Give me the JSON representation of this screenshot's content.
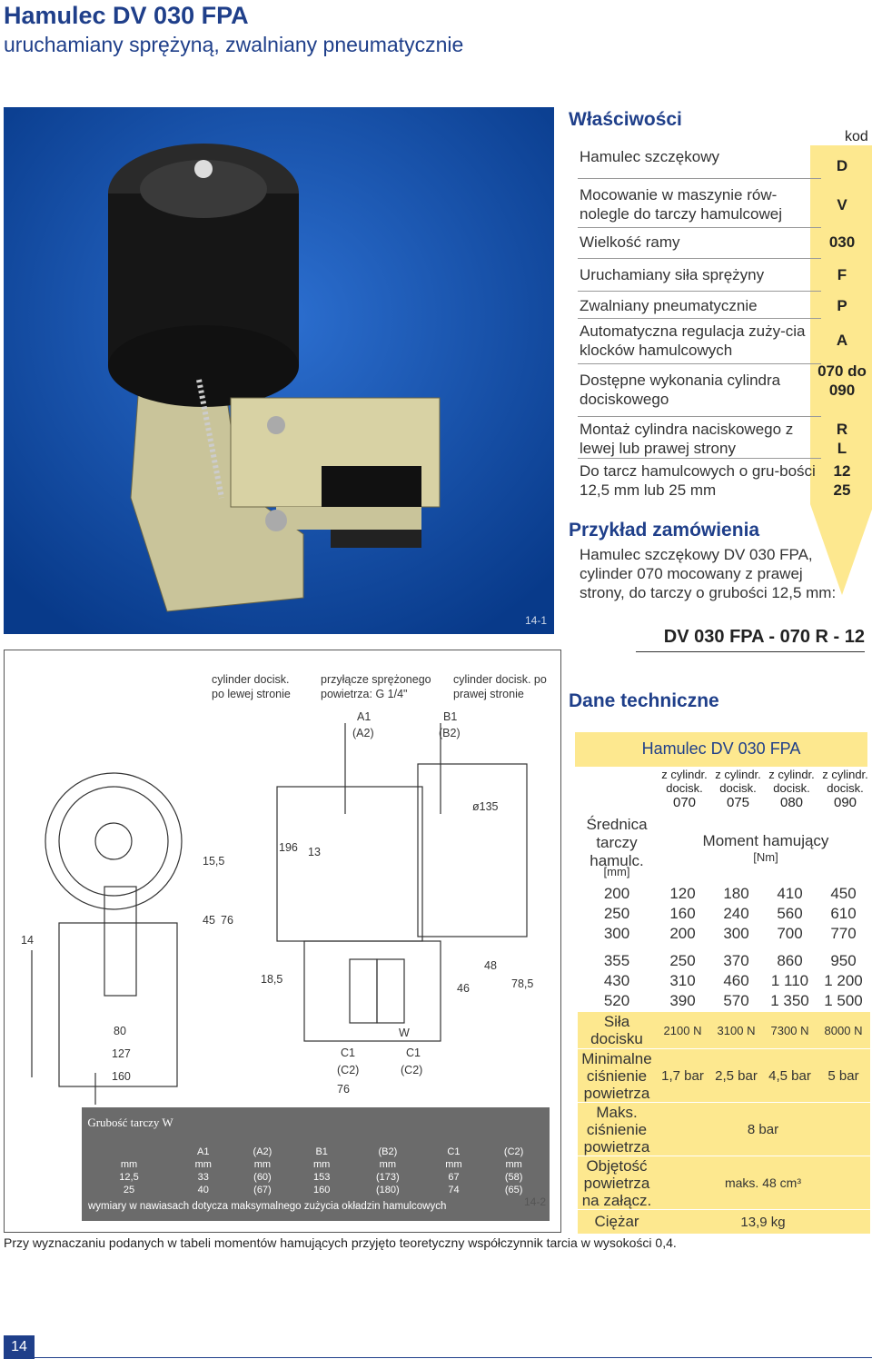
{
  "header": {
    "title": "Hamulec  DV 030 FPA",
    "subtitle": "uruchamiany sprężyną, zwalniany pneumatycznie"
  },
  "photo": {
    "figure_no": "14-1"
  },
  "properties": {
    "title": "Właściwości",
    "code_header": "kod",
    "items": [
      {
        "label": "Hamulec szczękowy",
        "code": "D"
      },
      {
        "label": "Mocowanie w maszynie rów-nolegle do tarczy hamulcowej",
        "code": "V"
      },
      {
        "label": "Wielkość ramy",
        "code": "030"
      },
      {
        "label": "Uruchamiany siła sprężyny",
        "code": "F"
      },
      {
        "label": "Zwalniany pneumatycznie",
        "code": "P"
      },
      {
        "label": "Automatyczna regulacja zuży-cia klocków hamulcowych",
        "code": "A"
      },
      {
        "label": "Dostępne wykonania cylindra dociskowego",
        "code": "070 do 090"
      },
      {
        "label": "Montaż cylindra naciskowego z lewej lub prawej strony",
        "code": "R L"
      },
      {
        "label": "Do tarcz hamulcowych o gru-bości 12,5 mm lub 25 mm",
        "code": "12 25"
      }
    ]
  },
  "example": {
    "title": "Przykład zamówienia",
    "text": "Hamulec szczękowy DV 030 FPA, cylinder 070 mocowany z prawej strony, do tarczy o grubości 12,5 mm:",
    "code": "DV 030 FPA - 070 R - 12"
  },
  "drawing": {
    "label_left": "cylinder docisk. po lewej stronie",
    "label_mid": "przyłącze sprężonego powietrza:  G 1/4\"",
    "label_right": "cylinder docisk. po prawej stronie",
    "figure_no": "14-2",
    "dims": [
      "A1",
      "(A2)",
      "B1",
      "(B2)",
      "ø135",
      "196",
      "13",
      "15,5",
      "45",
      "76",
      "14",
      "18,5",
      "48",
      "46",
      "78,5",
      "80",
      "127",
      "160",
      "C1",
      "(C2)",
      "76",
      "W",
      "C1",
      "(C2)"
    ],
    "wear_table": {
      "caption": "Grubość tarczy W",
      "headers": [
        "A1",
        "(A2)",
        "B1",
        "(B2)",
        "C1",
        "(C2)"
      ],
      "units": [
        "mm",
        "mm",
        "mm",
        "mm",
        "mm",
        "mm",
        "mm"
      ],
      "rows": [
        [
          "12,5",
          "33",
          "(60)",
          "153",
          "(173)",
          "67",
          "(58)"
        ],
        [
          "25",
          "40",
          "(67)",
          "160",
          "(180)",
          "74",
          "(65)"
        ]
      ],
      "note": "wymiary w nawiasach dotycza maksymalnego zużycia okładzin hamulcowych"
    }
  },
  "tech": {
    "title": "Dane techniczne",
    "table_title": "Hamulec DV 030 FPA",
    "columns": [
      "z cylindr. docisk. 070",
      "z cylindr. docisk. 075",
      "z cylindr. docisk. 080",
      "z cylindr. docisk. 090"
    ],
    "col_top": "z cylindr.",
    "col_mid": "docisk.",
    "col_codes": [
      "070",
      "075",
      "080",
      "090"
    ],
    "diam_label": "Średnica tarczy hamulc.",
    "diam_unit": "[mm]",
    "moment_label": "Moment  hamujący",
    "moment_unit": "[Nm]",
    "rows": [
      {
        "d": "200",
        "v": [
          "120",
          "180",
          "410",
          "450"
        ]
      },
      {
        "d": "250",
        "v": [
          "160",
          "240",
          "560",
          "610"
        ]
      },
      {
        "d": "300",
        "v": [
          "200",
          "300",
          "700",
          "770"
        ]
      },
      {
        "d": "355",
        "v": [
          "250",
          "370",
          "860",
          "950"
        ]
      },
      {
        "d": "430",
        "v": [
          "310",
          "460",
          "1 110",
          "1 200"
        ]
      },
      {
        "d": "520",
        "v": [
          "390",
          "570",
          "1 350",
          "1 500"
        ]
      }
    ],
    "force_label": "Siła docisku",
    "force": [
      "2100 N",
      "3100 N",
      "7300 N",
      "8000 N"
    ],
    "minp_label": "Minimalne ciśnienie powietrza",
    "minp": [
      "1,7 bar",
      "2,5 bar",
      "4,5 bar",
      "5 bar"
    ],
    "maxp_label": "Maks. ciśnienie powietrza",
    "maxp": "8 bar",
    "vol_label": "Objętość powietrza na załącz.",
    "vol": "maks. 48 cm³",
    "weight_label": "Ciężar",
    "weight": "13,9 kg"
  },
  "footnote": "Przy wyznaczaniu podanych w tabeli momentów hamujących przyjęto teoretyczny współczynnik tarcia w  wysokości 0,4.",
  "page_number": "14",
  "colors": {
    "accent": "#1f3f8a",
    "highlight": "#fde88f",
    "photo_bg": "#0f4fae"
  }
}
